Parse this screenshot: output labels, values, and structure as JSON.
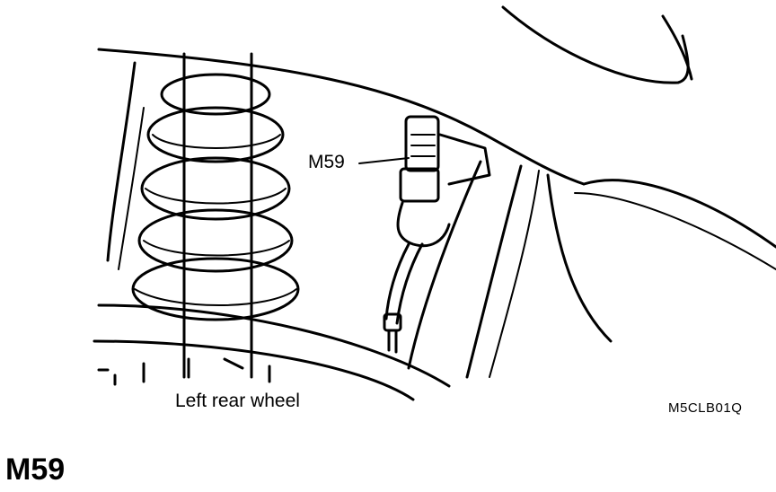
{
  "figure": {
    "callout_label": "M59",
    "wheel_label": "Left rear wheel",
    "figure_code": "M5CLB01Q"
  },
  "connector": {
    "id": "M59"
  },
  "colors": {
    "ink": "#000000",
    "paper": "#ffffff"
  }
}
